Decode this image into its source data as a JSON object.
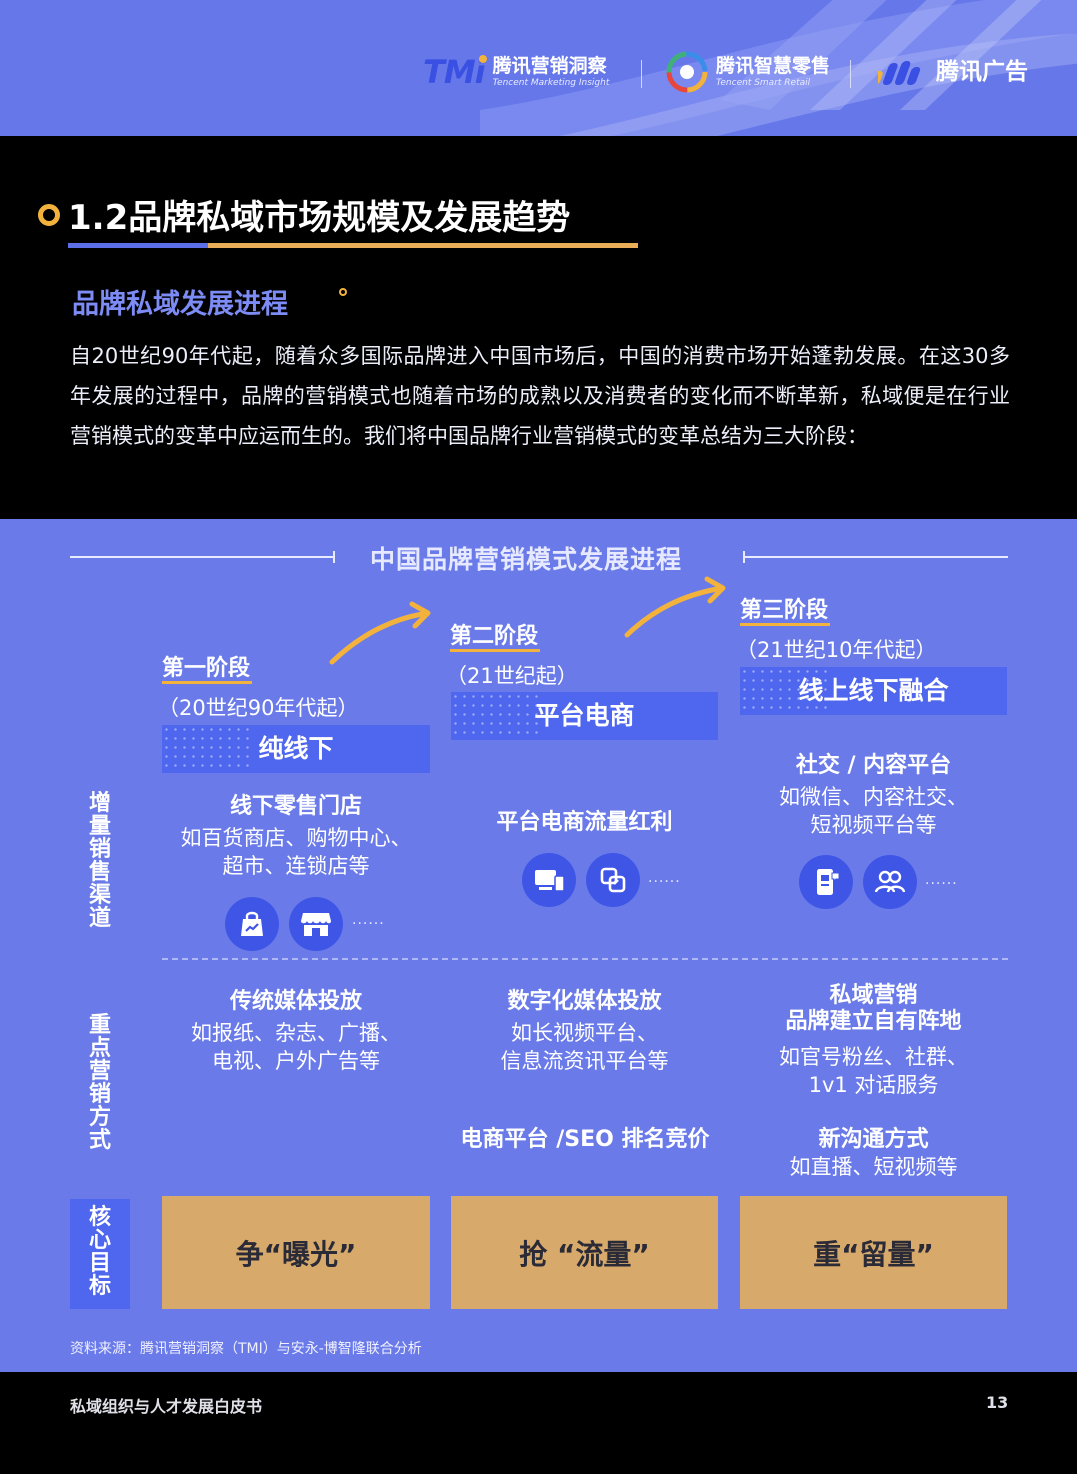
{
  "header": {
    "logo_tmi": {
      "mark": "TMi",
      "cn": "腾讯营销洞察",
      "en": "Tencent Marketing Insight"
    },
    "logo_retail": {
      "cn": "腾讯智慧零售",
      "en": "Tencent Smart Retail"
    },
    "logo_ads": {
      "cn": "腾讯广告"
    },
    "colors": {
      "band": "#6677ea",
      "accent_orange": "#f2b23b",
      "tmi_blue": "#3a50e2"
    }
  },
  "section_title": "1.2品牌私域市场规模及发展趋势",
  "sub_title": "品牌私域发展进程",
  "intro": "自20世纪90年代起，随着众多国际品牌进入中国市场后，中国的消费市场开始蓬勃发展。在这30多年发展的过程中，品牌的营销模式也随着市场的成熟以及消费者的变化而不断革新，私域便是在行业营销模式的变革中应运而生的。我们将中国品牌行业营销模式的变革总结为三大阶段：",
  "diagram": {
    "title": "中国品牌营销模式发展进程",
    "row_labels": {
      "channels": "增量销售渠道",
      "marketing": "重点营销方式",
      "core": "核心目标"
    },
    "stages": [
      {
        "label": "第一阶段",
        "era": "（20世纪90年代起）",
        "name": "纯线下",
        "channel_head": "线下零售门店",
        "channel_desc": [
          "如百货商店、购物中心、",
          "超市、连锁店等"
        ],
        "icons": [
          "shopping-bag-icon",
          "storefront-icon"
        ],
        "more": "......",
        "marketing_head": "传统媒体投放",
        "marketing_desc": [
          "如报纸、杂志、广播、",
          "电视、户外广告等"
        ],
        "goal": "争“曝光”"
      },
      {
        "label": "第二阶段",
        "era": "（21世纪起）",
        "name": "平台电商",
        "channel_head": "平台电商流量红利",
        "icons": [
          "devices-icon",
          "platform-link-icon"
        ],
        "more": "......",
        "marketing_head": "数字化媒体投放",
        "marketing_desc": [
          "如长视频平台、",
          "信息流资讯平台等"
        ],
        "marketing_head2": "电商平台 /SEO 排名竞价",
        "goal": "抢 “流量”"
      },
      {
        "label": "第三阶段",
        "era": "（21世纪10年代起）",
        "name": "线上线下融合",
        "channel_head": "社交 / 内容平台",
        "channel_desc": [
          "如微信、内容社交、",
          "短视频平台等"
        ],
        "icons": [
          "mobile-chat-icon",
          "community-icon"
        ],
        "more": "......",
        "marketing_head": [
          "私域营销",
          "品牌建立自有阵地"
        ],
        "marketing_desc": [
          "如官号粉丝、社群、",
          "1v1 对话服务"
        ],
        "marketing_head2": "新沟通方式",
        "marketing_desc2": "如直播、短视频等",
        "goal": "重“留量”"
      }
    ],
    "colors": {
      "panel": "#6a7be9",
      "box": "#4f66ee",
      "goal": "#d7a96a",
      "icon_bg": "#3f55e6"
    }
  },
  "source": "资料来源：腾讯营销洞察（TMI）与安永-博智隆联合分析",
  "footer": {
    "doc_title": "私域组织与人才发展白皮书",
    "page": "13"
  }
}
